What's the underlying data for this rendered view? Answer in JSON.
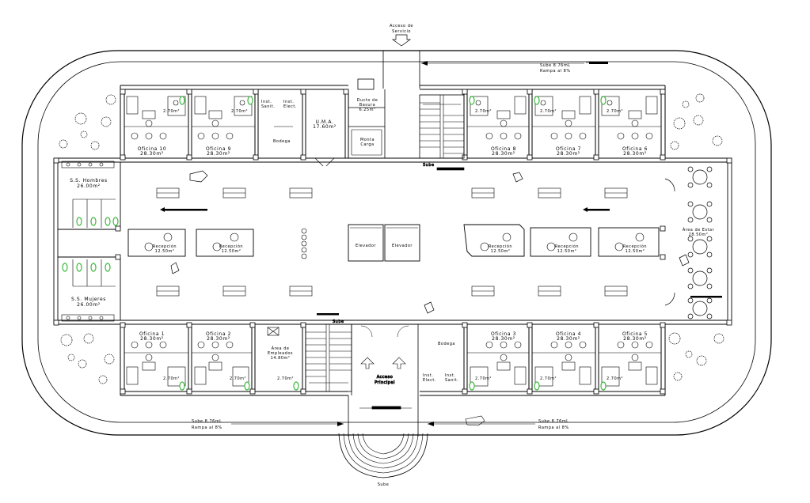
{
  "labels": {
    "acceso_servicio_1": "Acceso de",
    "acceso_servicio_2": "Servicio",
    "sube_top_1": "Sube 8.76mL",
    "sube_top_2": "Rampa al 8%",
    "sube_bl_1": "Sube 8.76mL",
    "sube_bl_2": "Rampa al 8%",
    "sube_br_1": "Sube 8.76mL",
    "sube_br_2": "Rampa al 8%",
    "sube_stair_top": "Sube",
    "sube_stair_bottom": "Sube",
    "sube_entry": "Sube",
    "oficina_10_name": "Oficina 10",
    "oficina_10_area": "28.30m²",
    "oficina_9_name": "Oficina 9",
    "oficina_9_area": "28.30m²",
    "oficina_8_name": "Oficina 8",
    "oficina_8_area": "28.30m²",
    "oficina_7_name": "Oficina 7",
    "oficina_7_area": "28.30m²",
    "oficina_6_name": "Oficina 6",
    "oficina_6_area": "28.30m²",
    "oficina_1_name": "Oficina 1",
    "oficina_1_area": "28.30m²",
    "oficina_2_name": "Oficina 2",
    "oficina_2_area": "28.30m²",
    "oficina_3_name": "Oficina 3",
    "oficina_3_area": "28.30m²",
    "oficina_4_name": "Oficina 4",
    "oficina_4_area": "28.30m²",
    "oficina_5_name": "Oficina 5",
    "oficina_5_area": "28.30m²",
    "bano_area_t1": "2.70m²",
    "bano_area_t2": "2.70m²",
    "bano_area_t3": "2.70m²",
    "bano_area_t4": "2.70m²",
    "bano_area_t5": "2.70m²",
    "bano_area_b1": "2.70m²",
    "bano_area_b2": "2.70m²",
    "bano_area_b3": "2.70m²",
    "bano_area_b4": "2.70m²",
    "bano_area_b5": "2.70m²",
    "bano_area_b6": "2.70m²",
    "inst_sanit_top_1": "Inst.",
    "inst_sanit_top_2": "Sanit.",
    "inst_elect_top_1": "Inst.",
    "inst_elect_top_2": "Elect.",
    "inst_elect_bot_1": "Inst.",
    "inst_elect_bot_2": "Elect.",
    "inst_sanit_bot_1": "Inst.",
    "inst_sanit_bot_2": "Sanit.",
    "uma_name": "U.M.A.",
    "uma_area": "17.60m²",
    "bodega_top": "Bodega",
    "bodega_bot": "Bodega",
    "ducto_1": "Ducto de",
    "ducto_2": "Basura",
    "ducto_3": "6.25m²",
    "monta_1": "Monta",
    "monta_2": "Carga",
    "ss_hombres_name": "S.S. Hombres",
    "ss_hombres_area": "26.00m²",
    "ss_mujeres_name": "S.S. Mujeres",
    "ss_mujeres_area": "26.00m²",
    "recepcion_1_name": "Recepción",
    "recepcion_1_area": "12.50m²",
    "recepcion_2_name": "Recepción",
    "recepcion_2_area": "12.50m²",
    "recepcion_3_name": "Recepción",
    "recepcion_3_area": "12.50m²",
    "recepcion_4_name": "Recepción",
    "recepcion_4_area": "12.50m²",
    "recepcion_5_name": "Recepción",
    "recepcion_5_area": "12.50m²",
    "elevador_1": "Elevador",
    "elevador_2": "Elevador",
    "area_estar_name": "Área de Estar",
    "area_estar_area": "28.50m²",
    "empleados_1": "Área de",
    "empleados_2": "Empleados",
    "empleados_3": "14.80m²",
    "acceso_principal_1": "Acceso",
    "acceso_principal_2": "Principal"
  },
  "colors": {
    "line": "#000000",
    "fixture": "#3db83d",
    "background": "#ffffff"
  }
}
